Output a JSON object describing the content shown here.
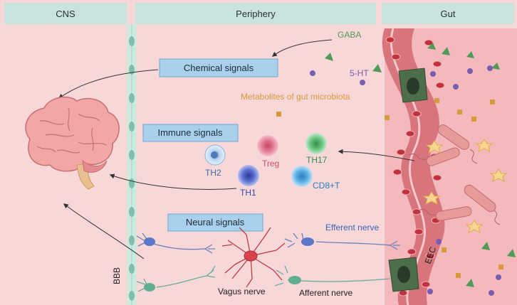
{
  "headers": {
    "cns": "CNS",
    "periphery": "Periphery",
    "gut": "Gut"
  },
  "signals": {
    "chemical": "Chemical signals",
    "immune": "Immune signals",
    "neural": "Neural signals"
  },
  "molecules": {
    "gaba": "GABA",
    "serotonin": "5-HT",
    "metabolites": "Metabolites of gut microbiota"
  },
  "immune_cells": {
    "th2": "TH2",
    "th1": "TH1",
    "treg": "Treg",
    "th17": "TH17",
    "cd8": "CD8+T"
  },
  "nerves": {
    "efferent": "Efferent nerve",
    "vagus": "Vagus nerve",
    "afferent": "Afferent nerve"
  },
  "labels": {
    "bbb": "BBB",
    "eec": "EEC"
  },
  "colors": {
    "background": "#f8d7d9",
    "header_bar": "#c9e4dc",
    "signal_box": "#a9d1ec",
    "gaba": "#4f9a55",
    "serotonin": "#7b5cb3",
    "metabolites": "#d69b3c",
    "th2": "#9cc6e8",
    "th1": "#4457b3",
    "treg": "#d75f7d",
    "th17": "#3fa060",
    "cd8": "#3d92cf",
    "efferent": "#3a66b5"
  }
}
